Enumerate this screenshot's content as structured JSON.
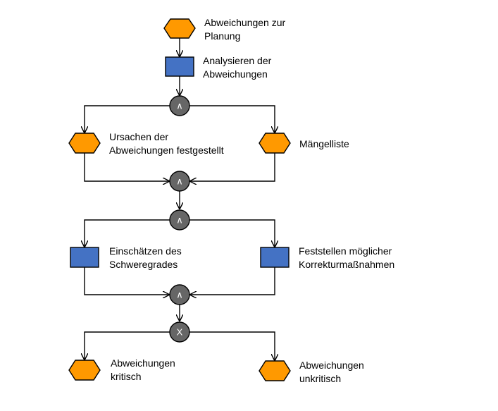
{
  "colors": {
    "event": "#ff9900",
    "function": "#4472c4",
    "gate": "#666666",
    "line": "#000000"
  },
  "nodes": {
    "event_abweichungen_planung": {
      "type": "event",
      "label": "Abweichungen zur\nPlanung"
    },
    "function_analysieren": {
      "type": "function",
      "label": "Analysieren der\nAbweichungen"
    },
    "gate_and_split_1": {
      "type": "gate",
      "symbol": "∧"
    },
    "event_ursachen": {
      "type": "event",
      "label": "Ursachen der\nAbweichungen festgestellt"
    },
    "event_maengelliste": {
      "type": "event",
      "label": "Mängelliste"
    },
    "gate_and_join_1": {
      "type": "gate",
      "symbol": "∧"
    },
    "gate_and_split_2": {
      "type": "gate",
      "symbol": "∧"
    },
    "function_einschaetzen": {
      "type": "function",
      "label": "Einschätzen des\nSchweregrades"
    },
    "function_feststellen": {
      "type": "function",
      "label": "Feststellen möglicher\nKorrekturmaßnahmen"
    },
    "gate_and_join_2": {
      "type": "gate",
      "symbol": "∧"
    },
    "gate_xor": {
      "type": "gate",
      "symbol": "X"
    },
    "event_kritisch": {
      "type": "event",
      "label": "Abweichungen\nkritisch"
    },
    "event_unkritisch": {
      "type": "event",
      "label": "Abweichungen\nunkritisch"
    }
  }
}
